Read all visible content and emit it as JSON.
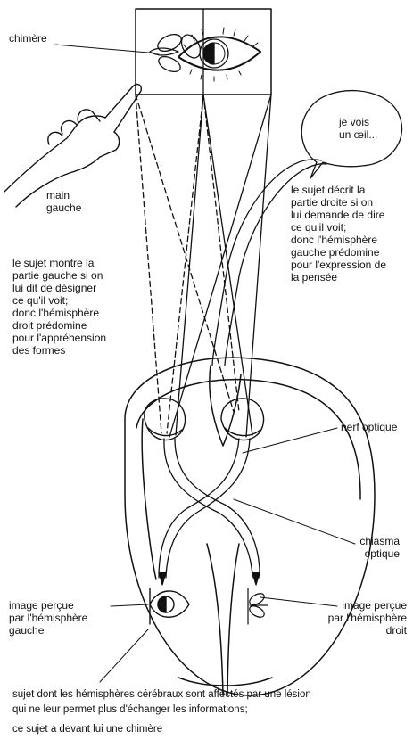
{
  "labels": {
    "chimera": "chimère",
    "left_hand": "main\ngauche",
    "speech_bubble": "je vois\nun œil...",
    "right_text": "le sujet décrit la\npartie droite si on\nlui demande de dire\nce qu'il voit;\ndonc l'hémisphère\ngauche prédomine\npour l'expression de\nla pensée",
    "left_text": "le sujet montre la\npartie gauche si on\nlui dit de désigner\nce qu'il voit;\ndonc l'hémisphère\ndroit prédomine\npour l'appréhension\ndes formes",
    "optic_nerve": "nerf optique",
    "optic_chiasm": "chiasma\noptique",
    "image_left": "image perçue\npar l'hémisphère\ngauche",
    "image_right": "image perçue\npar l'hémisphère\ndroit"
  },
  "caption": {
    "line1": "sujet dont les hémisphères cérébraux sont affectés par une lésion",
    "line2": "qui ne leur permet plus d'échanger les informations;",
    "line3": "ce sujet a devant lui une chimère"
  }
}
